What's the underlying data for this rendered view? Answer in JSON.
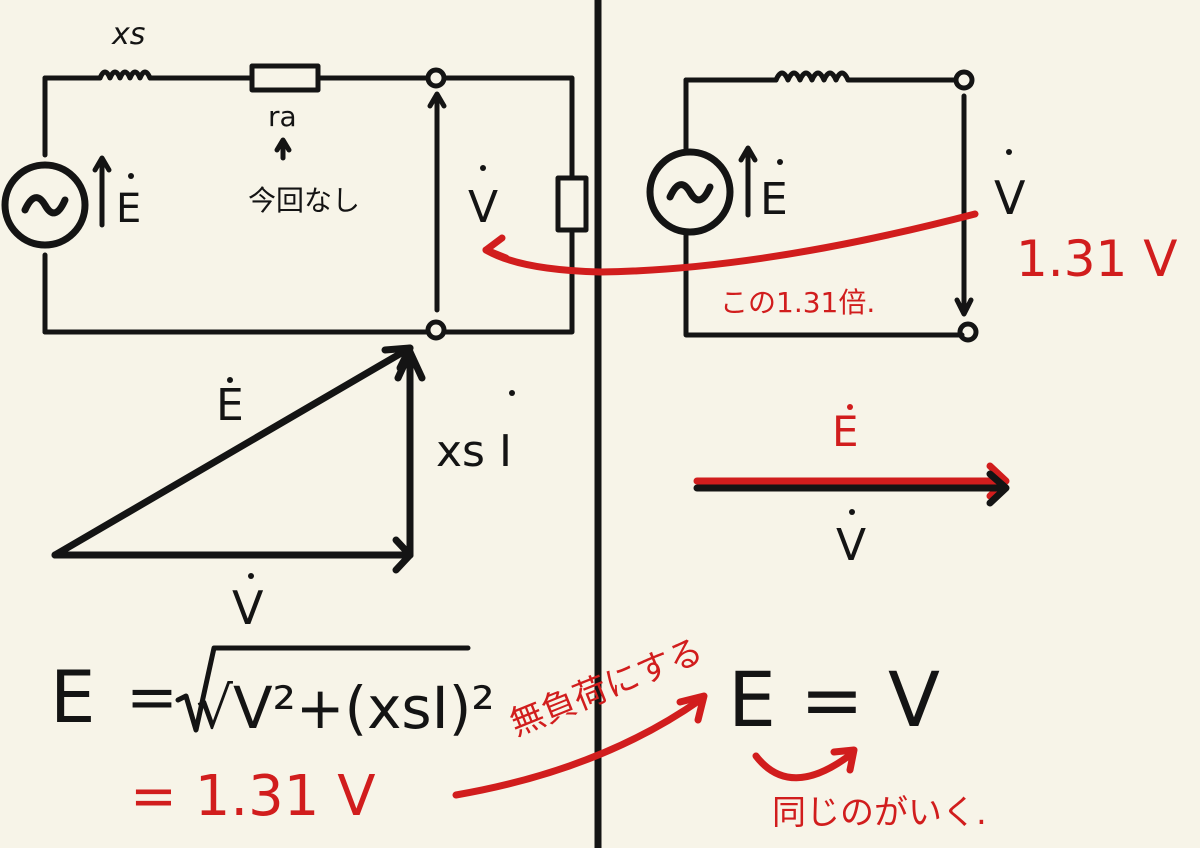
{
  "colors": {
    "background": "#f7f4e8",
    "ink": "#141414",
    "accent": "#d11d1d"
  },
  "left_circuit": {
    "xs_label": "xs",
    "ra_label": "ra",
    "ra_note": "今回なし",
    "source_label": "E",
    "voltage_label": "V"
  },
  "right_circuit": {
    "source_label": "E",
    "voltage_label": "V",
    "voltage_value": "1.31 V",
    "note": "この1.31倍."
  },
  "phasor_triangle": {
    "hyp_label": "E",
    "vertical_label": "xs I",
    "base_label": "V"
  },
  "phasor_parallel": {
    "top_label": "E",
    "bottom_label": "V"
  },
  "equations": {
    "formula_lhs": "E",
    "formula_eq": "=",
    "formula_rhs": "√V²+(xsI)²",
    "result": "= 1.31 V",
    "arrow_note": "無負荷にする",
    "simple_eq": "E = V",
    "bottom_note": "同じのがいく."
  }
}
